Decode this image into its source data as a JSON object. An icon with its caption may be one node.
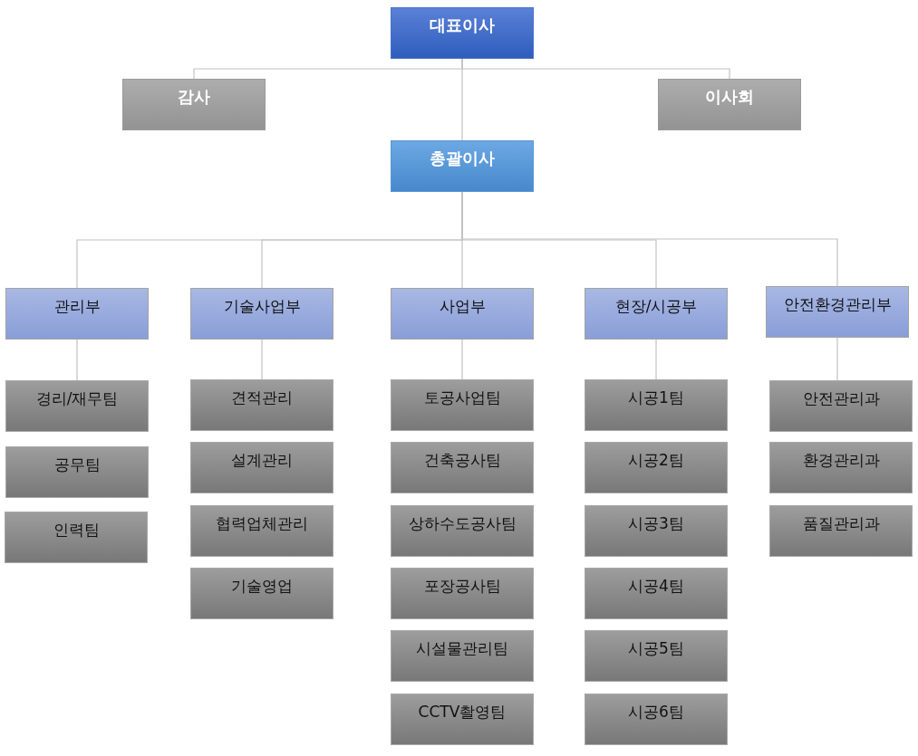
{
  "diagram": {
    "nodes": [
      {
        "text": [
          "대표이사"
        ]
      },
      {
        "text": [
          "감사"
        ]
      },
      {
        "text": [
          "이사회"
        ]
      },
      {
        "text": [
          "총괄이사"
        ]
      },
      {
        "text": [
          "관리부"
        ]
      },
      {
        "text": [
          "기술사업부"
        ]
      },
      {
        "text": [
          "사업부"
        ]
      },
      {
        "text": [
          "현장/시공부"
        ]
      },
      {
        "text": [
          "안전환경관리부"
        ]
      },
      {
        "text": [
          "경리/재무팀"
        ]
      },
      {
        "text": [
          "공무팀"
        ]
      },
      {
        "text": [
          "인력팀"
        ]
      },
      {
        "text": [
          "견적관리"
        ]
      },
      {
        "text": [
          "설계관리"
        ]
      },
      {
        "text": [
          "협력업체관리"
        ]
      },
      {
        "text": [
          "기술영업"
        ]
      },
      {
        "text": [
          "토공사업팀"
        ]
      },
      {
        "text": [
          "건축공사팀"
        ]
      },
      {
        "text": [
          "상하수도공사팀"
        ]
      },
      {
        "text": [
          "포장공사팀"
        ]
      },
      {
        "text": [
          "시설물관리팀"
        ]
      },
      {
        "text": [
          "CCTV촬영팀"
        ]
      },
      {
        "text": [
          "시공1팀"
        ]
      },
      {
        "text": [
          "시공2팀"
        ]
      },
      {
        "text": [
          "시공3팀"
        ]
      },
      {
        "text": [
          "시공4팀"
        ]
      },
      {
        "text": [
          "시공5팀"
        ]
      },
      {
        "text": [
          "시공6팀"
        ]
      },
      {
        "text": [
          "안전관리과"
        ]
      },
      {
        "text": [
          "환경관리과"
        ]
      },
      {
        "text": [
          "품질관리과"
        ]
      }
    ],
    "edges": [
      {
        "from": 0,
        "to": 3,
        "arrow": "none"
      },
      {
        "from": 0,
        "to": 1,
        "arrow": "none"
      },
      {
        "from": 0,
        "to": 2,
        "arrow": "none"
      },
      {
        "from": 3,
        "to": 4,
        "arrow": "none"
      },
      {
        "from": 3,
        "to": 5,
        "arrow": "none"
      },
      {
        "from": 3,
        "to": 6,
        "arrow": "none"
      },
      {
        "from": 3,
        "to": 7,
        "arrow": "none"
      },
      {
        "from": 3,
        "to": 8,
        "arrow": "none"
      },
      {
        "from": 4,
        "to": 9,
        "arrow": "none"
      },
      {
        "from": 5,
        "to": 12,
        "arrow": "none"
      },
      {
        "from": 6,
        "to": 16,
        "arrow": "none"
      },
      {
        "from": 7,
        "to": 22,
        "arrow": "none"
      },
      {
        "from": 8,
        "to": 28,
        "arrow": "none"
      }
    ]
  }
}
